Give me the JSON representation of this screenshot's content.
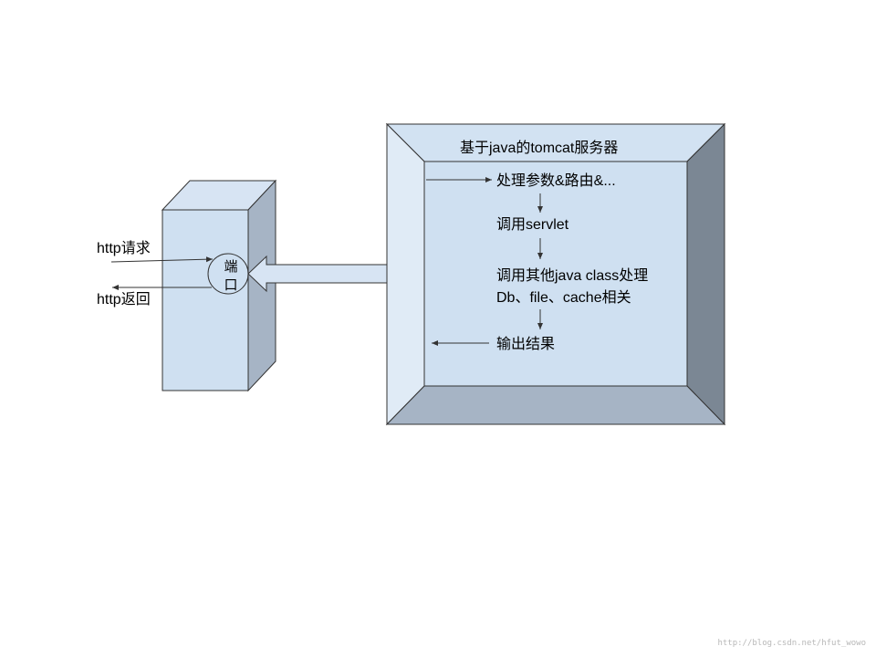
{
  "colors": {
    "face_light": "#cfe0f1",
    "face_lighter": "#e0ebf6",
    "side_mid": "#a6b4c5",
    "side_dark": "#7b8794",
    "top_box": "#d7e4f3",
    "stroke": "#333333"
  },
  "client_box": {
    "port_label_line1": "端",
    "port_label_line2": "口",
    "request_label": "http请求",
    "response_label": "http返回"
  },
  "server_box": {
    "title": "基于java的tomcat服务器",
    "steps": [
      "处理参数&路由&...",
      "调用servlet",
      "调用其他java class处理",
      "Db、file、cache相关",
      "输出结果"
    ]
  },
  "watermark": "http://blog.csdn.net/hfut_wowo"
}
